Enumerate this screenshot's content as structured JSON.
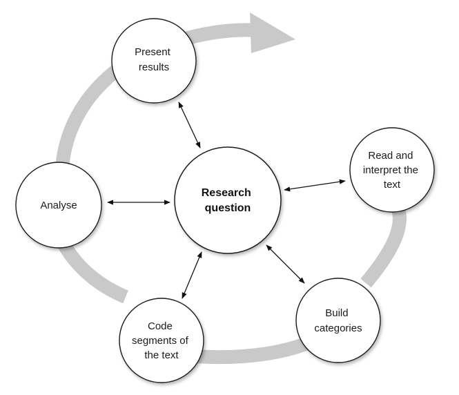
{
  "diagram": {
    "center": {
      "lines": [
        "Research",
        "question"
      ]
    },
    "nodes": {
      "present": {
        "lines": [
          "Present",
          "results"
        ]
      },
      "read": {
        "lines": [
          "Read and",
          "interpret the",
          "text"
        ]
      },
      "analyse": {
        "lines": [
          "Analyse"
        ]
      },
      "build": {
        "lines": [
          "Build",
          "categories"
        ]
      },
      "code": {
        "lines": [
          "Code",
          "segments of",
          "the text"
        ]
      }
    }
  },
  "colors": {
    "cycle_band": "#c9c9c9",
    "circle_fill": "#ffffff",
    "circle_stroke": "#1a1a1a",
    "arrow": "#111111"
  }
}
